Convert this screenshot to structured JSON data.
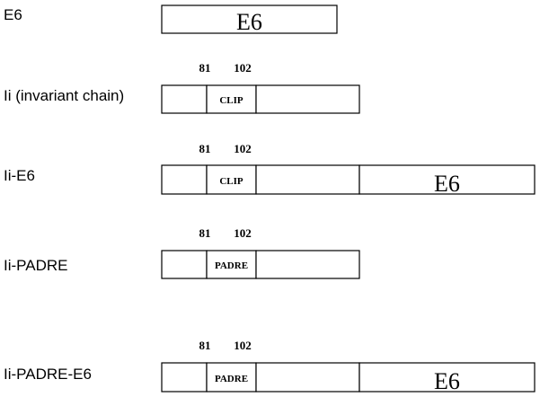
{
  "constructs": [
    {
      "label": "E6",
      "positions": [],
      "segments": [
        {
          "text": "E6",
          "size": "large"
        }
      ]
    },
    {
      "label": "Ii (invariant chain)",
      "positions": [
        "81",
        "102"
      ],
      "segments": [
        {
          "text": "",
          "size": "small"
        },
        {
          "text": "CLIP",
          "size": "small"
        },
        {
          "text": "",
          "size": "small"
        }
      ]
    },
    {
      "label": "Ii-E6",
      "positions": [
        "81",
        "102"
      ],
      "segments": [
        {
          "text": "",
          "size": "small"
        },
        {
          "text": "CLIP",
          "size": "small"
        },
        {
          "text": "",
          "size": "small"
        },
        {
          "text": "E6",
          "size": "large"
        }
      ]
    },
    {
      "label": "Ii-PADRE",
      "positions": [
        "81",
        "102"
      ],
      "segments": [
        {
          "text": "",
          "size": "small"
        },
        {
          "text": "PADRE",
          "size": "small"
        },
        {
          "text": "",
          "size": "small"
        }
      ]
    },
    {
      "label": "Ii-PADRE-E6",
      "positions": [
        "81",
        "102"
      ],
      "segments": [
        {
          "text": "",
          "size": "small"
        },
        {
          "text": "PADRE",
          "size": "small"
        },
        {
          "text": "",
          "size": "small"
        },
        {
          "text": "E6",
          "size": "large"
        }
      ]
    }
  ]
}
